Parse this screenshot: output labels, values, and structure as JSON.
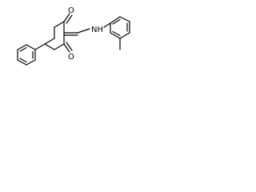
{
  "molecule": {
    "atoms": {
      "oxygen_top": "O",
      "oxygen_bottom": "O",
      "nitrogen": "NH"
    },
    "colors": {
      "bond": "#000000",
      "label": "#000000",
      "background": "#ffffff"
    }
  }
}
